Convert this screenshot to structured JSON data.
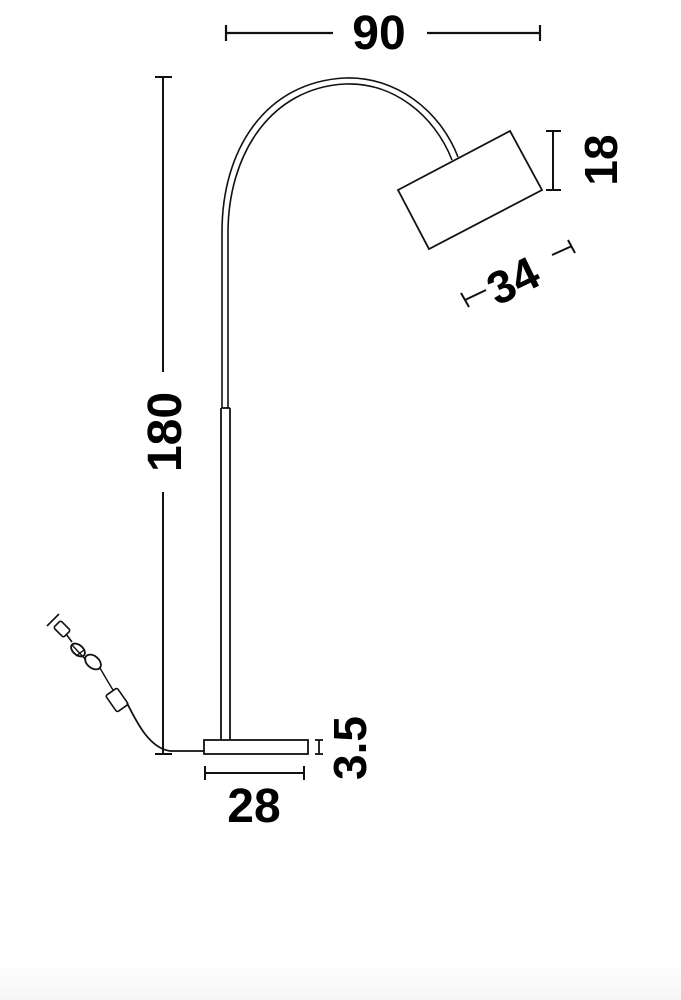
{
  "diagram": {
    "subject": "Arc floor lamp dimension drawing",
    "units": "cm",
    "colors": {
      "line": "#111111",
      "text": "#000000",
      "background": "#ffffff"
    },
    "dimensions": {
      "total_width": {
        "label": "90",
        "orientation": "horizontal"
      },
      "total_height": {
        "label": "180",
        "orientation": "vertical"
      },
      "shade_height": {
        "label": "18",
        "orientation": "vertical"
      },
      "shade_diameter": {
        "label": "34",
        "orientation": "angled"
      },
      "base_height": {
        "label": "3.5",
        "orientation": "vertical"
      },
      "base_width": {
        "label": "28",
        "orientation": "horizontal"
      }
    },
    "components": [
      "arc-arm",
      "lamp-shade",
      "pole",
      "base",
      "power-cord",
      "inline-switch",
      "plug"
    ]
  }
}
